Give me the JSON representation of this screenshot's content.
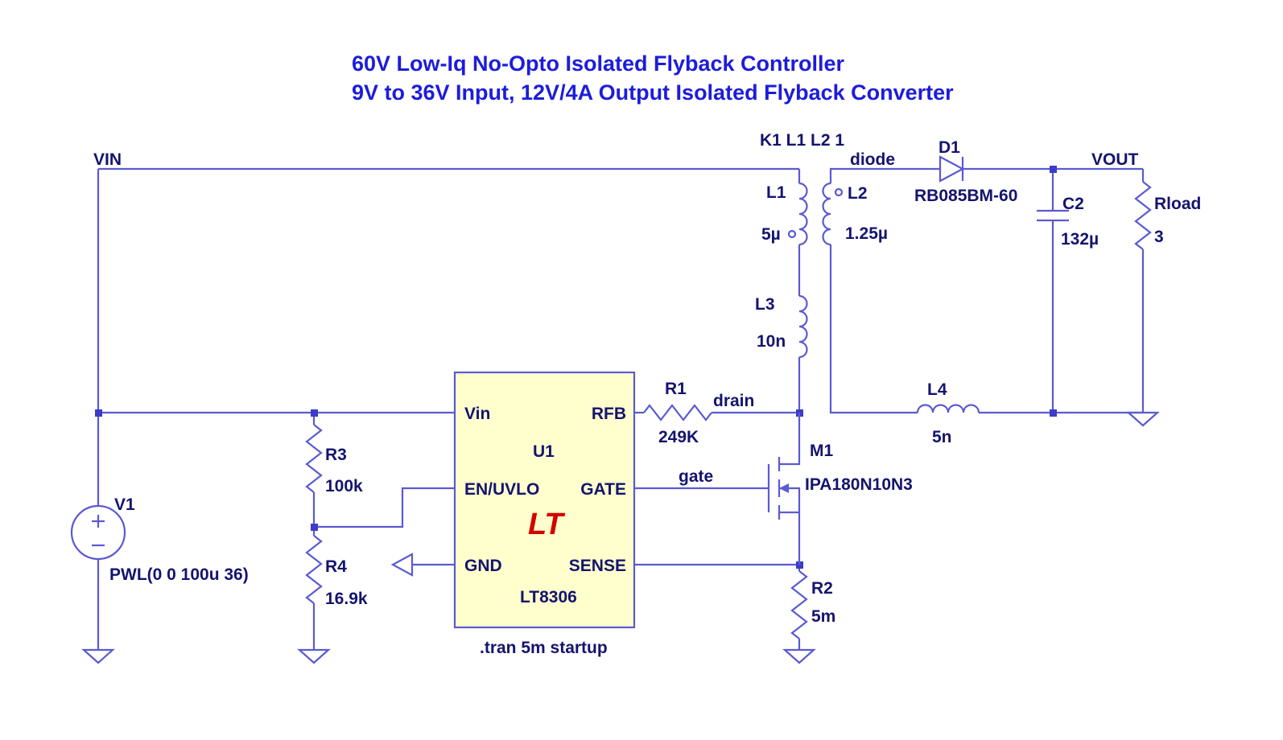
{
  "title": {
    "line1": "60V Low-Iq No-Opto Isolated Flyback Controller",
    "line2": "9V to 36V Input, 12V/4A Output Isolated Flyback Converter"
  },
  "nets": {
    "vin": "VIN",
    "vout": "VOUT",
    "drain": "drain",
    "gate": "gate",
    "diode": "diode"
  },
  "coupling": "K1 L1 L2 1",
  "directive": ".tran 5m startup",
  "components": {
    "v1": {
      "ref": "V1",
      "value": "PWL(0 0 100u 36)"
    },
    "r1": {
      "ref": "R1",
      "value": "249K"
    },
    "r2": {
      "ref": "R2",
      "value": "5m"
    },
    "r3": {
      "ref": "R3",
      "value": "100k"
    },
    "r4": {
      "ref": "R4",
      "value": "16.9k"
    },
    "rload": {
      "ref": "Rload",
      "value": "3"
    },
    "c2": {
      "ref": "C2",
      "value": "132µ"
    },
    "l1": {
      "ref": "L1",
      "value": "5µ"
    },
    "l2": {
      "ref": "L2",
      "value": "1.25µ"
    },
    "l3": {
      "ref": "L3",
      "value": "10n"
    },
    "l4": {
      "ref": "L4",
      "value": "5n"
    },
    "d1": {
      "ref": "D1",
      "value": "RB085BM-60"
    },
    "m1": {
      "ref": "M1",
      "value": "IPA180N10N3"
    },
    "u1": {
      "ref": "U1",
      "part": "LT8306",
      "logo": "LT",
      "pins": {
        "vin": "Vin",
        "en_uvlo": "EN/UVLO",
        "gnd": "GND",
        "rfb": "RFB",
        "gate": "GATE",
        "sense": "SENSE"
      }
    }
  },
  "colors": {
    "wire": "#5a5ad2",
    "label": "#14146e",
    "title": "#1c1cdc",
    "chip_fill": "#ffffce",
    "logo": "#d40000",
    "background": "#ffffff"
  }
}
